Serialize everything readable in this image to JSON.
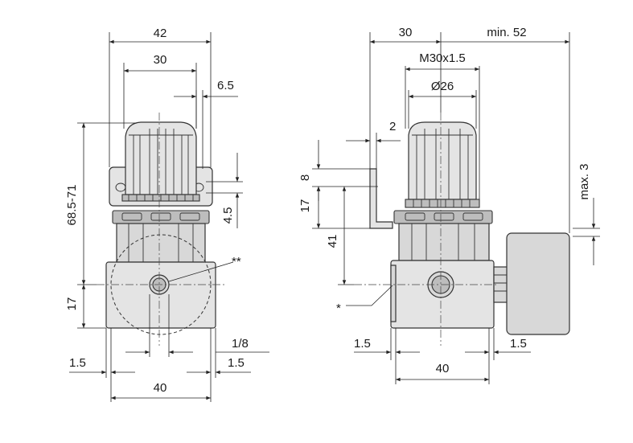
{
  "labels": {
    "d42": "42",
    "d30_left": "30",
    "d6_5": "6.5",
    "d68_5_71": "68.5-71",
    "d4_5": "4.5",
    "d_double_star": "**",
    "d17_left": "17",
    "d1_8": "1/8",
    "d1_5_left_a": "1.5",
    "d1_5_left_b": "1.5",
    "d40_left": "40",
    "d30_right": "30",
    "min52": "min. 52",
    "m30": "M30x1.5",
    "dia26": "Ø26",
    "d2": "2",
    "d8": "8",
    "d17_right": "17",
    "d41": "41",
    "max3": "max. 3",
    "d_star": "*",
    "d1_5_right_a": "1.5",
    "d1_5_right_b": "1.5",
    "d40_right": "40"
  },
  "colors": {
    "body_fill": "#e4e4e4",
    "line": "#333333"
  }
}
